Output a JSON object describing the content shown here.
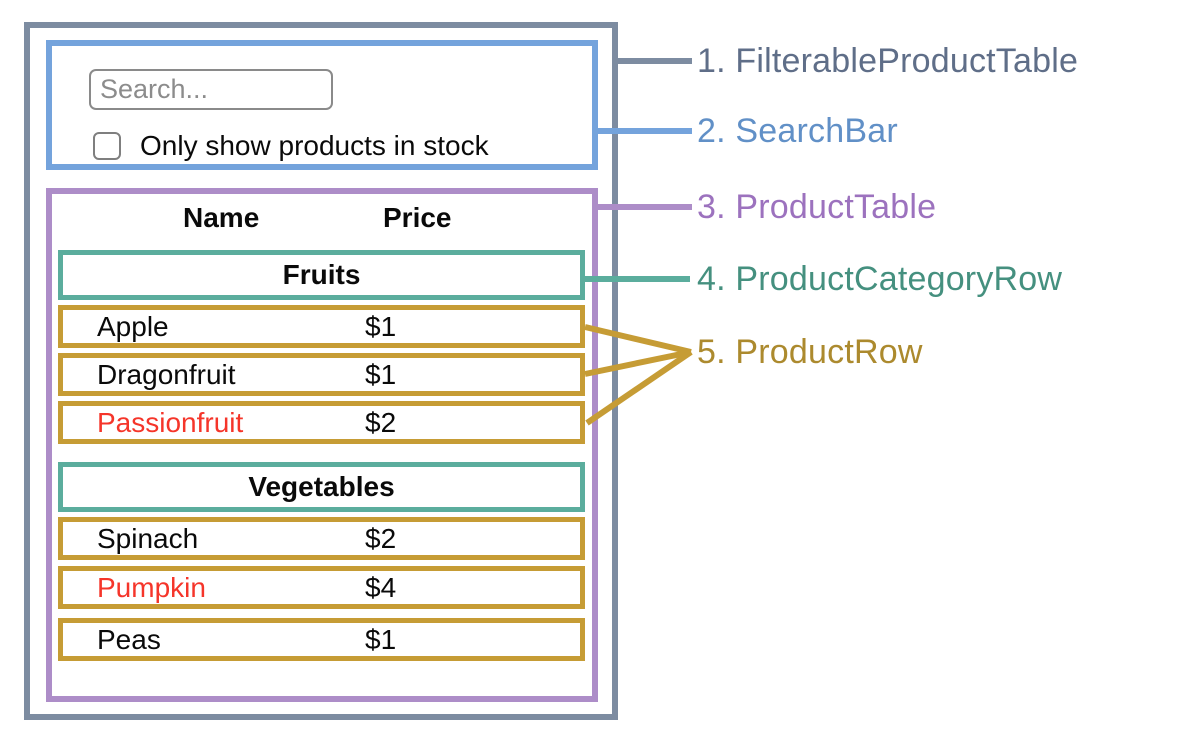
{
  "colors": {
    "filterable_product_table": "#7D8CA1",
    "search_bar": "#74A3DC",
    "product_table": "#AD8DC8",
    "product_category_row": "#5BAD9D",
    "product_row": "#C69C35",
    "out_of_stock_red": "#F5352A",
    "label_gray": "#5F6E88",
    "label_blue": "#6190C7",
    "label_purple": "#9C72BE",
    "label_teal": "#45907F",
    "label_gold": "#AC8A2E"
  },
  "search": {
    "placeholder": "Search...",
    "checkbox_label": "Only show products in stock",
    "checkbox_checked": false
  },
  "table": {
    "headers": {
      "name": "Name",
      "price": "Price"
    },
    "sections": [
      {
        "category": "Fruits",
        "rows": [
          {
            "name": "Apple",
            "price": "$1",
            "in_stock": true
          },
          {
            "name": "Dragonfruit",
            "price": "$1",
            "in_stock": true
          },
          {
            "name": "Passionfruit",
            "price": "$2",
            "in_stock": false
          }
        ]
      },
      {
        "category": "Vegetables",
        "rows": [
          {
            "name": "Spinach",
            "price": "$2",
            "in_stock": true
          },
          {
            "name": "Pumpkin",
            "price": "$4",
            "in_stock": false
          },
          {
            "name": "Peas",
            "price": "$1",
            "in_stock": true
          }
        ]
      }
    ]
  },
  "labels": [
    {
      "text": "1. FilterableProductTable",
      "color": "#5F6E88"
    },
    {
      "text": "2. SearchBar",
      "color": "#6190C7"
    },
    {
      "text": "3. ProductTable",
      "color": "#9C72BE"
    },
    {
      "text": "4. ProductCategoryRow",
      "color": "#45907F"
    },
    {
      "text": "5. ProductRow",
      "color": "#AC8A2E"
    }
  ]
}
